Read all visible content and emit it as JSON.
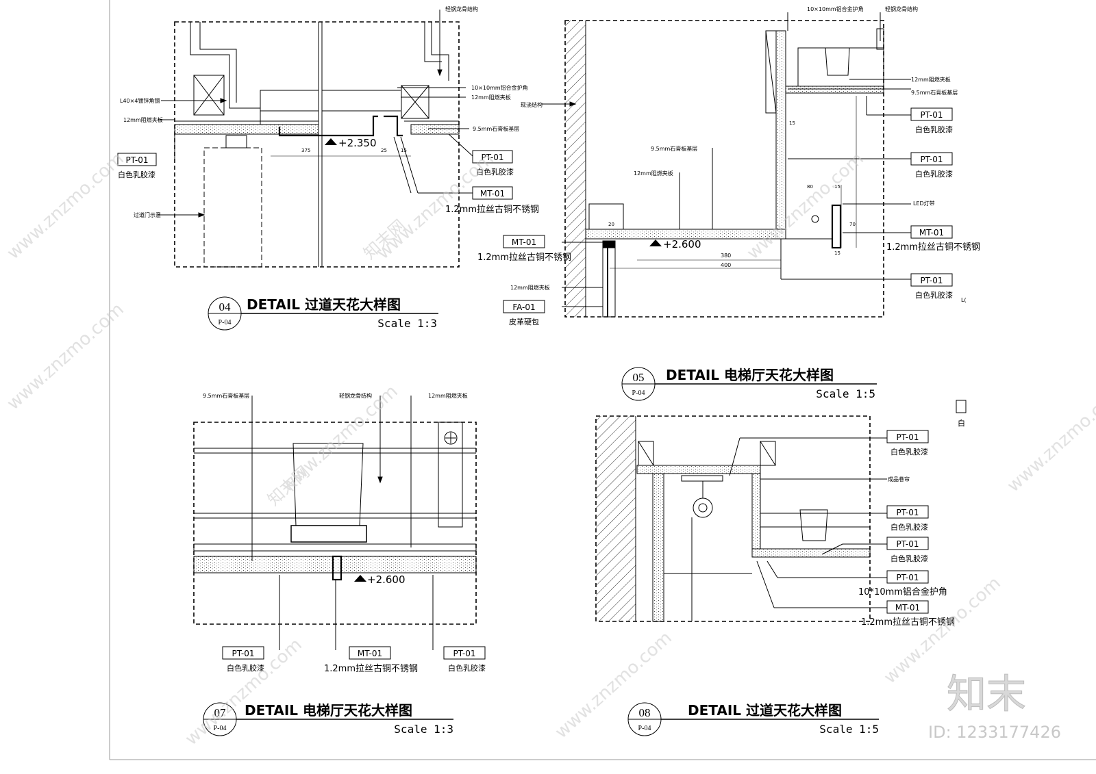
{
  "details": {
    "d04": {
      "number": "04",
      "sheet": "P-04",
      "title": "DETAIL 过道天花大样图",
      "scale": "Scale 1:3",
      "elevation": "+2.350",
      "notes": {
        "top": "轻钢龙骨结构",
        "angle": "L40×4镀锌角钢",
        "board12": "12mm阻燃夹板",
        "trim": "10×10mm铝合金护角",
        "board12r": "12mm阻燃夹板",
        "gypsum": "9.5mm石膏板基层",
        "door": "过道门示意"
      },
      "dims": {
        "d1": "375",
        "d2": "25",
        "d3": "15"
      },
      "tags": [
        {
          "code": "PT-01",
          "desc": "白色乳胶漆"
        },
        {
          "code": "PT-01",
          "desc": "白色乳胶漆"
        },
        {
          "code": "MT-01",
          "desc": "1.2mm拉丝古铜不锈钢"
        }
      ]
    },
    "d05": {
      "number": "05",
      "sheet": "P-04",
      "title": "DETAIL 电梯厅天花大样图",
      "scale": "Scale 1:5",
      "elevation": "+2.600",
      "notes": {
        "trim": "10×10mm铝合金护角",
        "stud": "轻钢龙骨结构",
        "struct": "现浇结构",
        "board12": "12mm阻燃夹板",
        "gypsum": "9.5mm石膏板基层",
        "gypsum2": "9.5mm石膏板基层",
        "board12b": "12mm阻燃夹板",
        "led": "LED灯带",
        "board12c": "12mm阻燃夹板",
        "cut": "L("
      },
      "dims": {
        "d1": "80",
        "d2": "15",
        "d3": "70",
        "d4": "15",
        "d5": "380",
        "d6": "400",
        "d7": "20",
        "d8": "15"
      },
      "tags": [
        {
          "code": "PT-01",
          "desc": "白色乳胶漆"
        },
        {
          "code": "PT-01",
          "desc": "白色乳胶漆"
        },
        {
          "code": "MT-01",
          "desc": "1.2mm拉丝古铜不锈钢"
        },
        {
          "code": "PT-01",
          "desc": "白色乳胶漆"
        },
        {
          "code": "MT-01",
          "desc": "1.2mm拉丝古铜不锈钢"
        },
        {
          "code": "FA-01",
          "desc": "皮革硬包"
        }
      ]
    },
    "d07": {
      "number": "07",
      "sheet": "P-04",
      "title": "DETAIL 电梯厅天花大样图",
      "scale": "Scale 1:3",
      "elevation": "+2.600",
      "notes": {
        "gypsum": "9.5mm石膏板基层",
        "stud": "轻钢龙骨结构",
        "board12": "12mm阻燃夹板"
      },
      "tags": [
        {
          "code": "PT-01",
          "desc": "白色乳胶漆"
        },
        {
          "code": "MT-01",
          "desc": "1.2mm拉丝古铜不锈钢"
        },
        {
          "code": "PT-01",
          "desc": "白色乳胶漆"
        }
      ]
    },
    "d08": {
      "number": "08",
      "sheet": "P-04",
      "title": "DETAIL 过道天花大样图",
      "scale": "Scale 1:5",
      "notes": {
        "curtain": "成品卷帘"
      },
      "tags": [
        {
          "code": "PT-01",
          "desc": "白色乳胶漆"
        },
        {
          "code": "PT-01",
          "desc": "白色乳胶漆"
        },
        {
          "code": "PT-01",
          "desc": "白色乳胶漆"
        },
        {
          "code": "PT-01",
          "desc": "10*10mm铝合金护角"
        },
        {
          "code": "MT-01",
          "desc": "1.2mm拉丝古铜不锈钢"
        }
      ]
    }
  },
  "edge_tag": {
    "desc": "白"
  },
  "watermark": {
    "logo": "知末",
    "id_text": "ID: 1233177426",
    "url": "www.znzmo.com",
    "brand": "知末网"
  }
}
